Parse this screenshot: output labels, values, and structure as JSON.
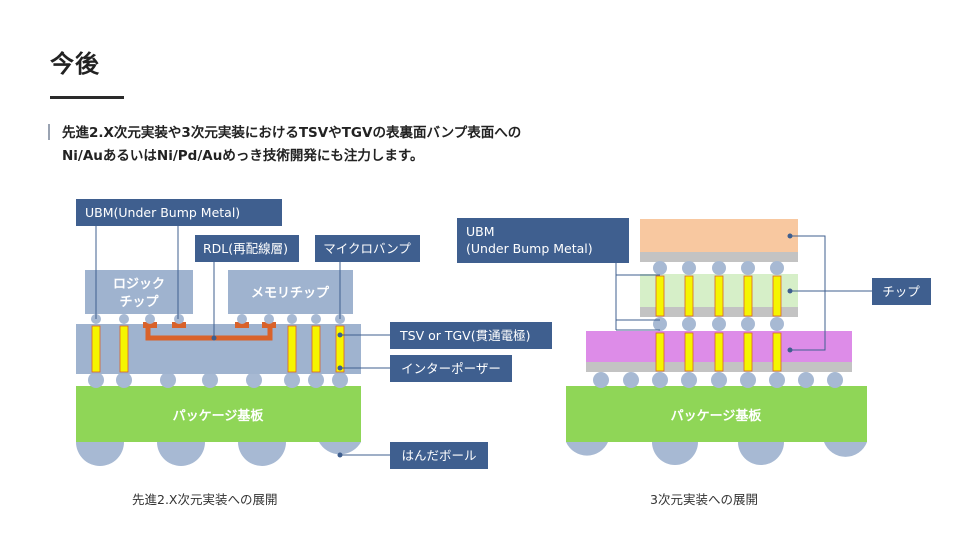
{
  "header": {
    "title": "今後",
    "lead_line1": "先進2.X次元実装や3次元実装におけるTSVやTGVの表裏面バンプ表面への",
    "lead_line2": "Ni/AuあるいはNi/Pd/Auめっき技術開発にも注力します。"
  },
  "left_diagram": {
    "caption": "先進2.X次元実装への展開",
    "ubm_label": "UBM(Under Bump Metal)",
    "rdl_label": "RDL(再配線層)",
    "microbump_label": "マイクロバンプ",
    "tsv_label": "TSV or TGV(貫通電極)",
    "interposer_label": "インターポーザー",
    "solder_ball_label": "はんだボール",
    "logic_chip_line1": "ロジック",
    "logic_chip_line2": "チップ",
    "memory_chip": "メモリチップ",
    "package_substrate": "パッケージ基板"
  },
  "right_diagram": {
    "caption": "3次元実装への展開",
    "ubm_line1": "UBM",
    "ubm_line2": "(Under Bump Metal)",
    "chip_label": "チップ",
    "package_substrate": "パッケージ基板"
  },
  "colors": {
    "label_box": "#3f5f8f",
    "chip": "#9fb3cf",
    "substrate": "#8fd657",
    "tsv": "#f5f500",
    "rdl": "#d9622a",
    "top_chip": "#f8c8a0",
    "middle_chip": "#d6efc8",
    "bottom_chip": "#dd8ce8",
    "bump": "#a7b9d3"
  }
}
